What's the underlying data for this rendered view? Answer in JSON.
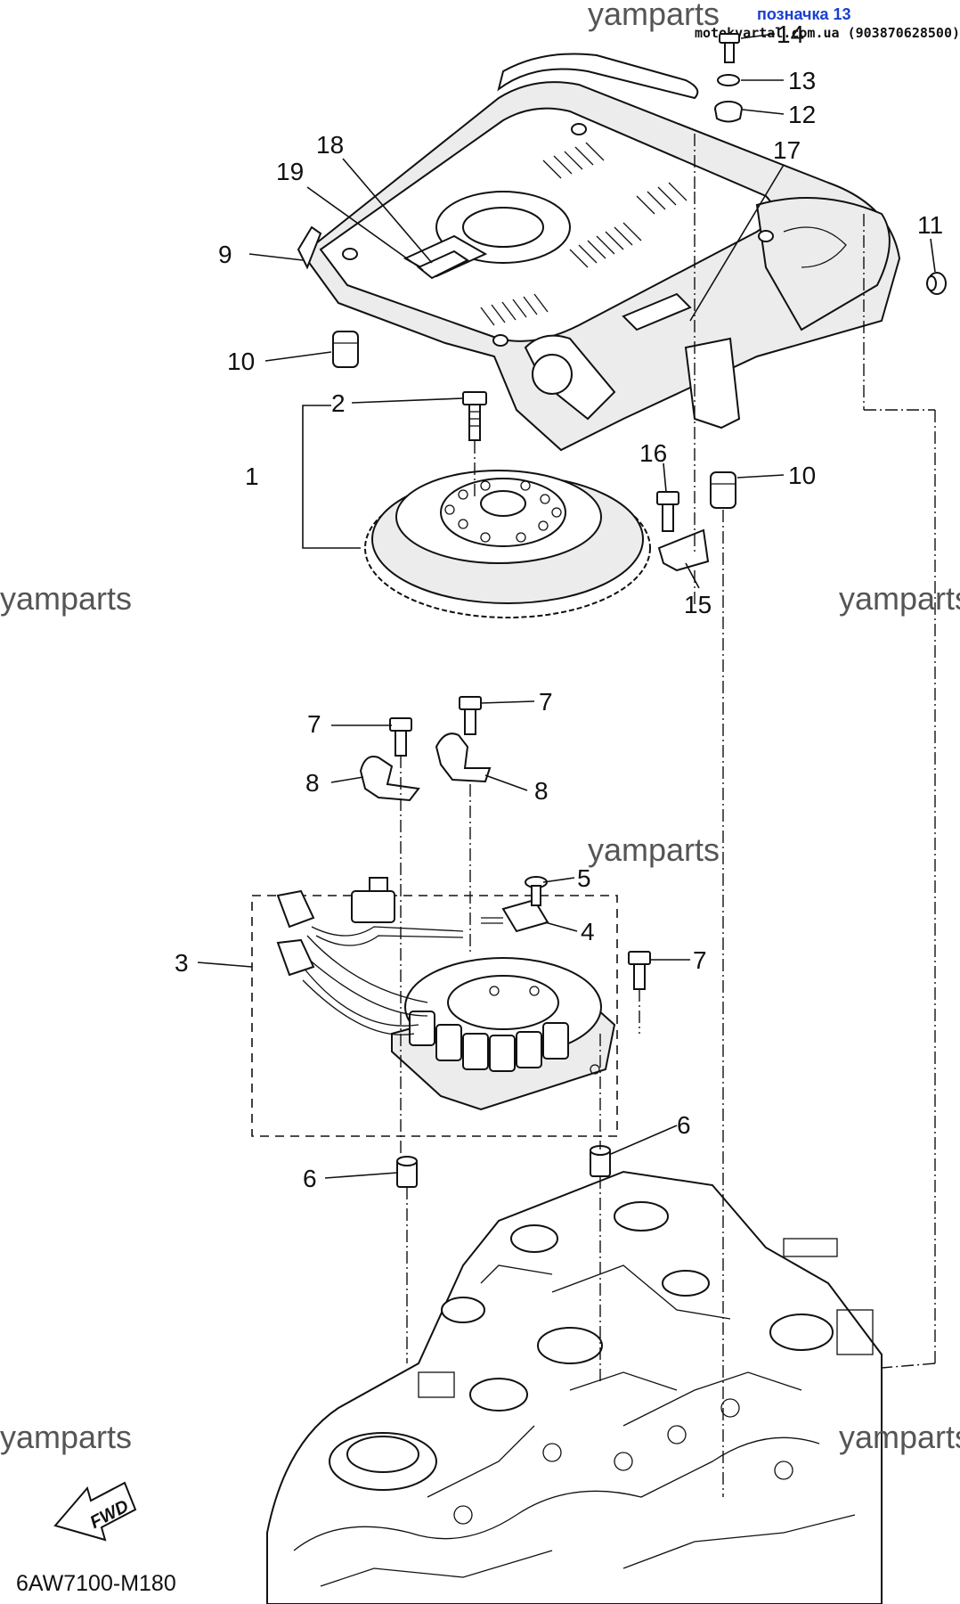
{
  "header": {
    "label_ru": "позначка 13",
    "site": "motokvartal.com.ua (903870628500)"
  },
  "watermark": "yamparts",
  "diagram_code": "6AW7100-M180",
  "fwd_label": "FWD",
  "callouts": [
    "1",
    "2",
    "3",
    "4",
    "5",
    "6",
    "6",
    "7",
    "7",
    "7",
    "8",
    "8",
    "9",
    "10",
    "10",
    "11",
    "12",
    "13",
    "14",
    "15",
    "16",
    "17",
    "18",
    "19"
  ]
}
